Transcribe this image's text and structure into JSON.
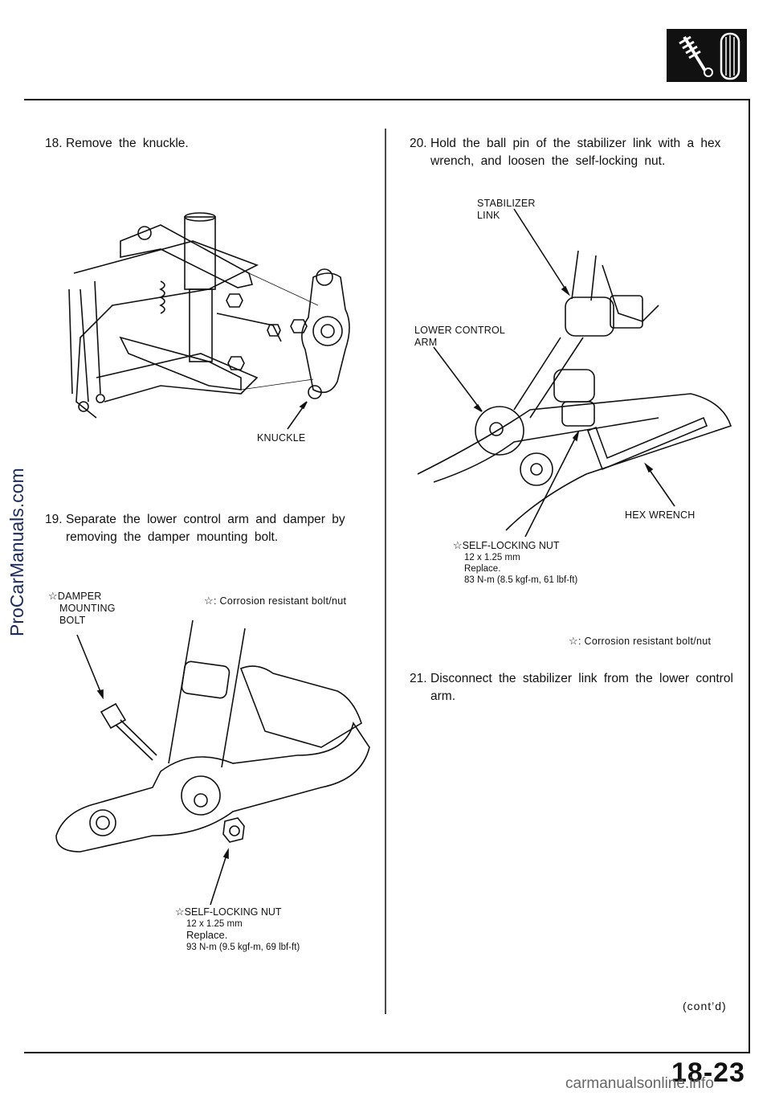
{
  "header": {
    "icon_name": "suspension-shock-absorber-icon"
  },
  "left": {
    "step18": {
      "number": "18.",
      "text": "Remove the knuckle."
    },
    "knuckle_label": "KNUCKLE",
    "step19": {
      "number": "19.",
      "line1": "Separate the lower control arm and damper by",
      "line2": "removing the damper mounting bolt."
    },
    "damper_bolt_label": {
      "line1": "DAMPER",
      "line2": "MOUNTING",
      "line3": "BOLT"
    },
    "corrosion_note": ": Corrosion resistant bolt/nut",
    "self_locking_nut": {
      "title": "SELF-LOCKING NUT",
      "size": "12 x 1.25 mm",
      "replace": "Replace.",
      "torque": "93 N-m (9.5 kgf-m, 69 lbf-ft)"
    }
  },
  "right": {
    "step20": {
      "number": "20.",
      "line1": "Hold the ball pin of the stabilizer link with a hex",
      "line2": "wrench, and loosen the self-locking nut."
    },
    "stabilizer_label": {
      "line1": "STABILIZER",
      "line2": "LINK"
    },
    "lower_arm_label": {
      "line1": "LOWER CONTROL",
      "line2": "ARM"
    },
    "hex_wrench_label": "HEX WRENCH",
    "self_locking_nut": {
      "title": "SELF-LOCKING NUT",
      "size": "12 x 1.25 mm",
      "replace": "Replace.",
      "torque": "83 N-m (8.5 kgf-m, 61 lbf-ft)"
    },
    "corrosion_note": ": Corrosion resistant bolt/nut",
    "step21": {
      "number": "21.",
      "line1": "Disconnect the stabilizer link from the lower control",
      "line2": "arm."
    },
    "contd": "(cont’d)"
  },
  "page_number": "18-23",
  "watermark_side": "ProCarManuals.com",
  "watermark_footer": "carmanualsonline.info"
}
